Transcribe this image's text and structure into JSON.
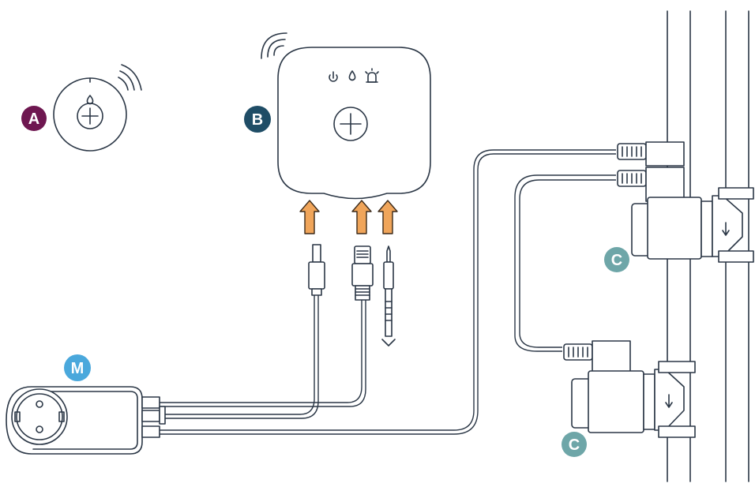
{
  "labels": {
    "a": {
      "text": "A",
      "color": "#6e1750"
    },
    "b": {
      "text": "B",
      "color": "#1f4d66"
    },
    "c1": {
      "text": "C",
      "color": "#6ea6a8"
    },
    "c2": {
      "text": "C",
      "color": "#6ea6a8"
    },
    "m": {
      "text": "M",
      "color": "#4aa8dc"
    }
  },
  "colors": {
    "outline": "#2b3746",
    "arrow": "#f0a55a",
    "arrow_stroke": "#3b2a1a"
  },
  "icons": [
    "wifi-signal",
    "power-icon",
    "water-drop-icon",
    "alarm-icon",
    "plus-button",
    "orange-arrow-up"
  ]
}
